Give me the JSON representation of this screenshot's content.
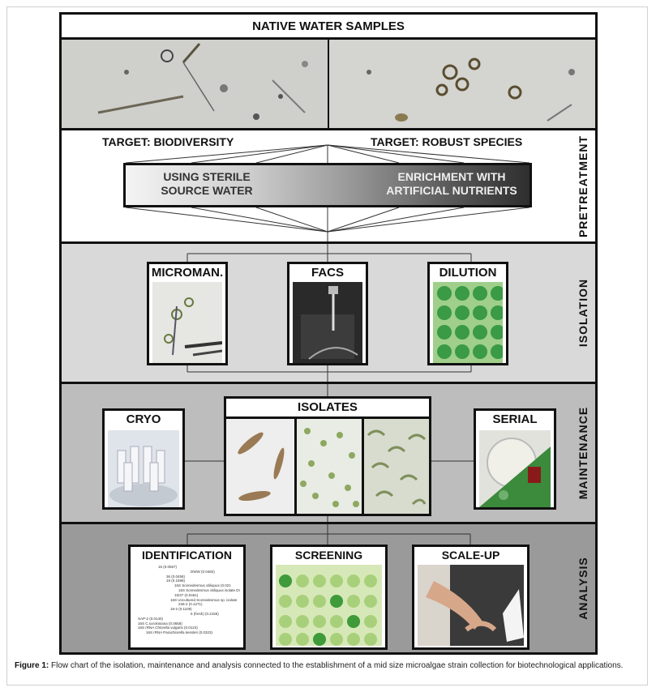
{
  "title": "NATIVE WATER SAMPLES",
  "pretreatment": {
    "target_left": "TARGET: BIODIVERSITY",
    "target_right": "TARGET: ROBUST SPECIES",
    "left_line1": "USING STERILE",
    "left_line2": "SOURCE WATER",
    "right_line1": "ENRICHMENT WITH",
    "right_line2": "ARTIFICIAL NUTRIENTS",
    "side": "PRETREATMENT"
  },
  "isolation": {
    "side": "ISOLATION",
    "boxes": [
      "MICROMAN.",
      "FACS",
      "DILUTION"
    ]
  },
  "maintenance": {
    "side": "MAINTENANCE",
    "left": "CRYO",
    "center": "ISOLATES",
    "right": "SERIAL"
  },
  "analysis": {
    "side": "ANALYSIS",
    "boxes": [
      "IDENTIFICATION",
      "SCREENING",
      "SCALE-UP"
    ],
    "tree_labels": [
      "16 (0.0557)",
      "DWW (0.0482)",
      "36 (0.0458)",
      "19 (0.1598)",
      "16S Scenedesmus obliquus (0.021",
      "16S Scenedesmus obliquus isolate DI",
      "15/37 (0.0461)",
      "16S Uncultured Scenedesmus sp. isolate",
      "228-2 (0.1271)",
      "18-2 (0.1109)",
      "5 (fresh) (0.2155)",
      "SAP-2 (0.0140)",
      "16S C.sorokiniana (0.0658)",
      "16S rRNA Chlorella vulgaris (0.0124)",
      "16S rRNA Parachlorella kessleri (0.0323)"
    ]
  },
  "caption": {
    "label": "Figure 1:",
    "text": " Flow chart of the isolation, maintenance and analysis connected to the establishment of a mid size microalgae strain collection for biotechnological applications."
  }
}
